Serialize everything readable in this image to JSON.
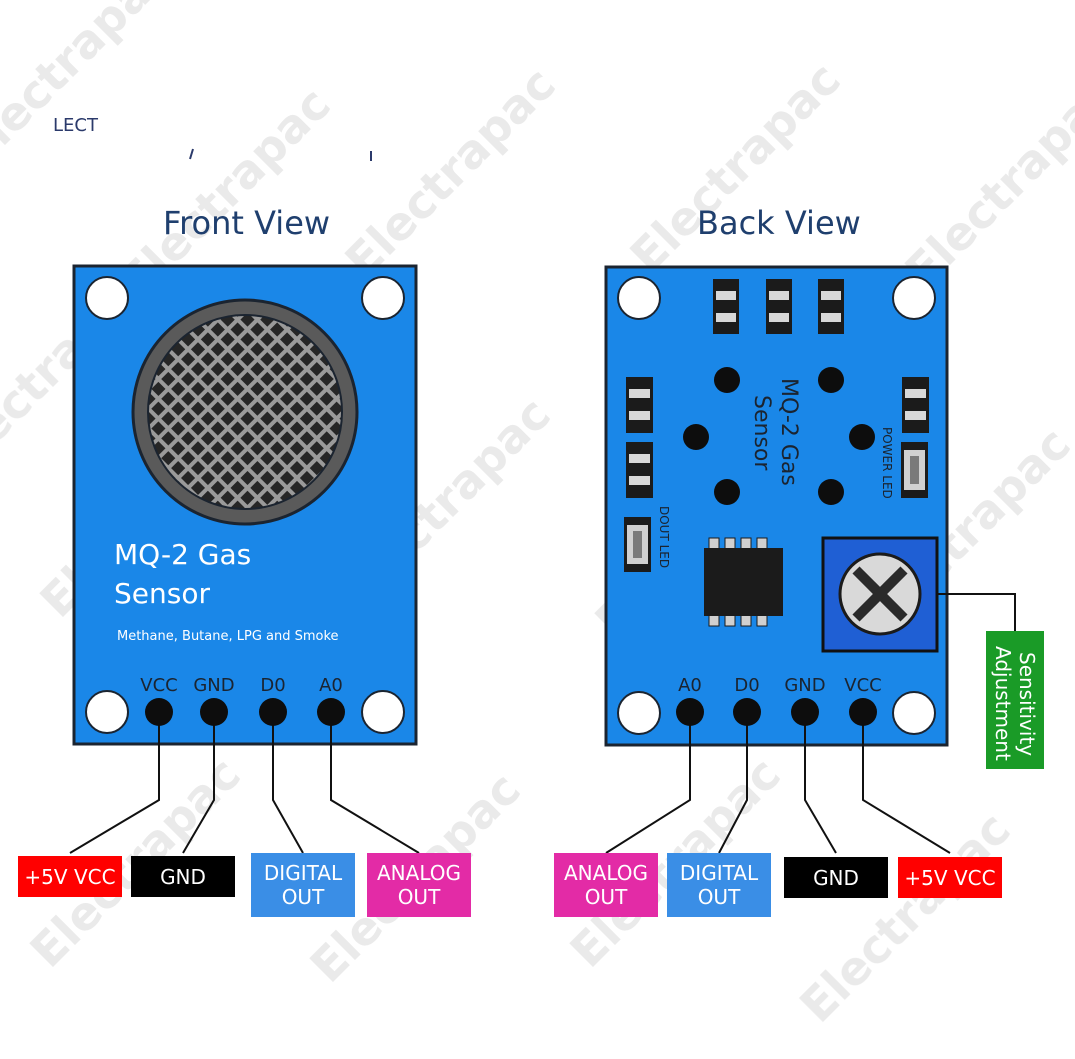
{
  "header_fragment": "LECT",
  "front": {
    "title": "Front View",
    "board_name_line1": "MQ-2 Gas",
    "board_name_line2": "Sensor",
    "subtitle": "Methane, Butane, LPG and Smoke",
    "pins": [
      "VCC",
      "GND",
      "D0",
      "A0"
    ]
  },
  "back": {
    "title": "Back View",
    "board_name_line1": "MQ-2 Gas",
    "board_name_line2": "Sensor",
    "power_led_label": "POWER LED",
    "dout_led_label": "DOUT LED",
    "pins": [
      "A0",
      "D0",
      "GND",
      "VCC"
    ],
    "sensitivity_label_line1": "Sensitivity",
    "sensitivity_label_line2": "Adjustment"
  },
  "front_pin_boxes": [
    {
      "label": "+5V VCC",
      "color": "#ff0000"
    },
    {
      "label": "GND",
      "color": "#000000"
    },
    {
      "label": "DIGITAL\nOUT",
      "color": "#3a8ee6"
    },
    {
      "label": "ANALOG\nOUT",
      "color": "#e32ba6"
    }
  ],
  "back_pin_boxes": [
    {
      "label": "ANALOG\nOUT",
      "color": "#e32ba6"
    },
    {
      "label": "DIGITAL\nOUT",
      "color": "#3a8ee6"
    },
    {
      "label": "GND",
      "color": "#000000"
    },
    {
      "label": "+5V VCC",
      "color": "#ff0000"
    }
  ],
  "watermark": "Electrapac",
  "colors": {
    "board_blue": "#1a87e8",
    "board_border": "#1b2430",
    "text_white": "#ffffff",
    "sensitivity_green": "#1a9b27",
    "trimpot_blue": "#1f5fd4"
  }
}
